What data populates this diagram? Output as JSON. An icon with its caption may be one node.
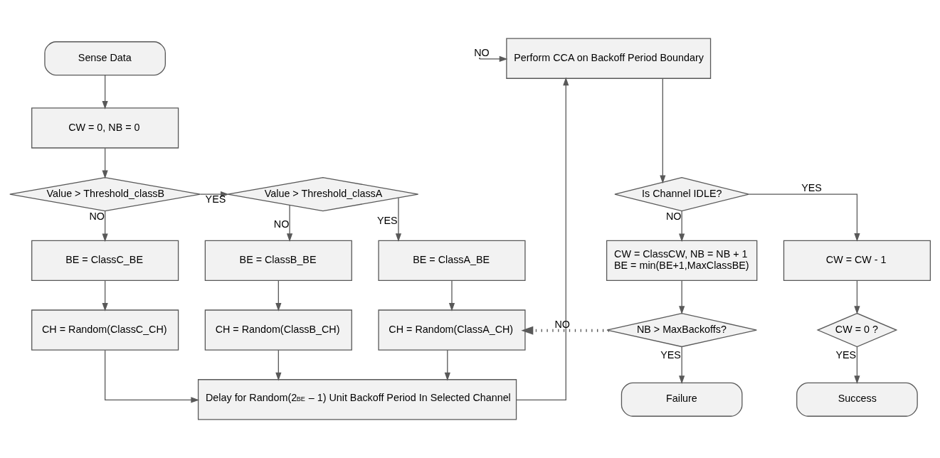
{
  "diagram": {
    "nodes": [
      {
        "text": [
          "Sense Data"
        ]
      },
      {
        "text": [
          "CW = 0, NB = 0"
        ]
      },
      {
        "text": [
          "Value > Threshold_classB"
        ]
      },
      {
        "text": [
          "Value > Threshold_classA"
        ]
      },
      {
        "text": [
          "BE = ClassC_BE"
        ]
      },
      {
        "text": [
          "BE = ClassB_BE"
        ]
      },
      {
        "text": [
          "BE = ClassA_BE"
        ]
      },
      {
        "text": [
          "CH = Random(ClassC_CH)"
        ]
      },
      {
        "text": [
          "CH = Random(ClassB_CH)"
        ]
      },
      {
        "text": [
          "CH = Random(ClassA_CH)"
        ]
      },
      {
        "text": [
          "Delay for Random(2$^{BE}$ – 1) Unit Backoff Period In Selected Channel"
        ]
      },
      {
        "text": [
          "Perform CCA on Backoff Period Boundary"
        ]
      },
      {
        "text": [
          "Is Channel IDLE?"
        ]
      },
      {
        "text": [
          "CW = ClassCW, NB = NB + 1",
          "BE = min(BE+1,MaxClassBE)"
        ]
      },
      {
        "text": [
          "NB > MaxBackoffs?"
        ]
      },
      {
        "text": [
          "CW = CW - 1"
        ]
      },
      {
        "text": [
          "CW = 0 ?"
        ]
      },
      {
        "text": [
          "Failure"
        ]
      },
      {
        "text": [
          "Success"
        ]
      }
    ],
    "edges": [
      {
        "from": 0,
        "to": 1,
        "arrow": "to"
      },
      {
        "from": 1,
        "to": 2,
        "arrow": "to"
      },
      {
        "from": 2,
        "to": 3,
        "arrow": "to",
        "label": "YES"
      },
      {
        "from": 2,
        "to": 4,
        "arrow": "to",
        "label": "NO"
      },
      {
        "from": 3,
        "to": 5,
        "arrow": "to",
        "label": "NO"
      },
      {
        "from": 3,
        "to": 6,
        "arrow": "to",
        "label": "YES"
      },
      {
        "from": 4,
        "to": 7,
        "arrow": "to"
      },
      {
        "from": 5,
        "to": 8,
        "arrow": "to"
      },
      {
        "from": 6,
        "to": 9,
        "arrow": "to"
      },
      {
        "from": 7,
        "to": 10,
        "arrow": "to"
      },
      {
        "from": 8,
        "to": 10,
        "arrow": "to"
      },
      {
        "from": 9,
        "to": 10,
        "arrow": "to"
      },
      {
        "from": 10,
        "to": 11,
        "arrow": "to"
      },
      {
        "from": 11,
        "to": 12,
        "arrow": "to"
      },
      {
        "from": 12,
        "to": 13,
        "arrow": "to",
        "label": "NO"
      },
      {
        "from": 12,
        "to": 15,
        "arrow": "to",
        "label": "YES"
      },
      {
        "from": 13,
        "to": 14,
        "arrow": "to"
      },
      {
        "from": 14,
        "to": 17,
        "arrow": "to",
        "label": "YES"
      },
      {
        "from": 14,
        "to": 9,
        "arrow": "to",
        "label": "NO",
        "style": "dashed"
      },
      {
        "from": 15,
        "to": 16,
        "arrow": "to"
      },
      {
        "from": 16,
        "to": 18,
        "arrow": "to",
        "label": "YES"
      },
      {
        "from": null,
        "to": 11,
        "arrow": "to",
        "label": "NO"
      }
    ]
  }
}
